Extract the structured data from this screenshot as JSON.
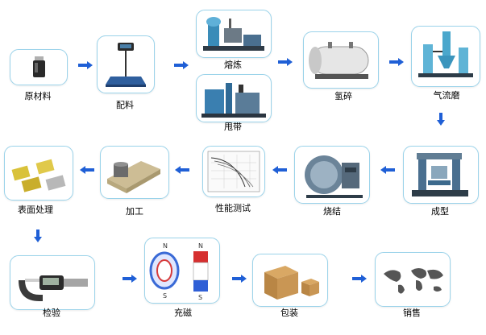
{
  "steps": {
    "raw_material": "原材料",
    "batching": "配料",
    "smelting": "熔炼",
    "strip_casting": "甩带",
    "hydrogen_crushing": "氢碎",
    "jet_milling": "气流磨",
    "forming": "成型",
    "sintering": "烧结",
    "performance_testing": "性能测试",
    "machining": "加工",
    "surface_treatment": "表面处理",
    "inspection": "检验",
    "magnetizing": "充磁",
    "packaging": "包装",
    "sales": "销售"
  },
  "magnet_poles": {
    "north": "N",
    "south": "S"
  },
  "colors": {
    "card_border": "#9bd3ea",
    "arrow": "#1f5fd6"
  }
}
